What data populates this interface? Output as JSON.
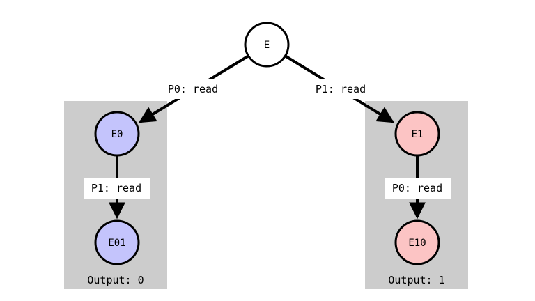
{
  "colors": {
    "background": "#ffffff",
    "panel": "#cccccc",
    "stroke": "#000000",
    "left_node_fill": "#c4c4fc",
    "right_node_fill": "#fcc4c4",
    "root_fill": "#ffffff",
    "label_bg": "#ffffff"
  },
  "root": {
    "label": "E"
  },
  "left_branch": {
    "edge_label": "P0: read",
    "node": {
      "label": "E0"
    },
    "inner_edge_label": "P1: read",
    "child": {
      "label": "E01"
    },
    "output_label": "Output: 0"
  },
  "right_branch": {
    "edge_label": "P1: read",
    "node": {
      "label": "E1"
    },
    "inner_edge_label": "P0: read",
    "child": {
      "label": "E10"
    },
    "output_label": "Output: 1"
  }
}
